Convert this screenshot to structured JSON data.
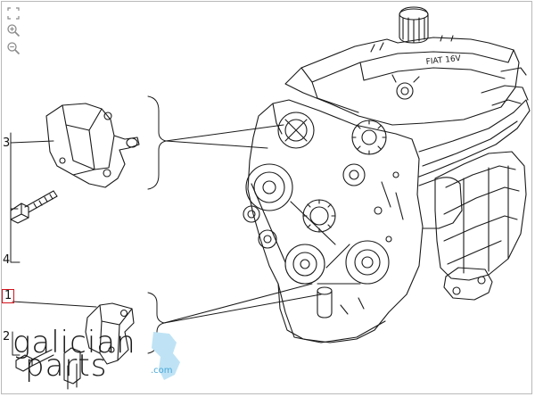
{
  "toolbar": {
    "items": [
      {
        "name": "fit-icon",
        "title": ""
      },
      {
        "name": "zoom-in-icon",
        "title": ""
      },
      {
        "name": "zoom-out-icon",
        "title": ""
      }
    ]
  },
  "callouts": [
    {
      "id": "3",
      "label": "3"
    },
    {
      "id": "4",
      "label": "4"
    },
    {
      "id": "1",
      "label": "1",
      "selected": true
    },
    {
      "id": "2",
      "label": "2"
    }
  ],
  "engine": {
    "cover_label": "FIAT 16V"
  },
  "watermark": {
    "line1": "galician",
    "line2": "parts",
    "suffix": ".com",
    "accent": "#4aa8d8"
  },
  "colors": {
    "line": "#1a1a1a",
    "frame": "#b9b9b9",
    "selected": "#d2141e"
  }
}
